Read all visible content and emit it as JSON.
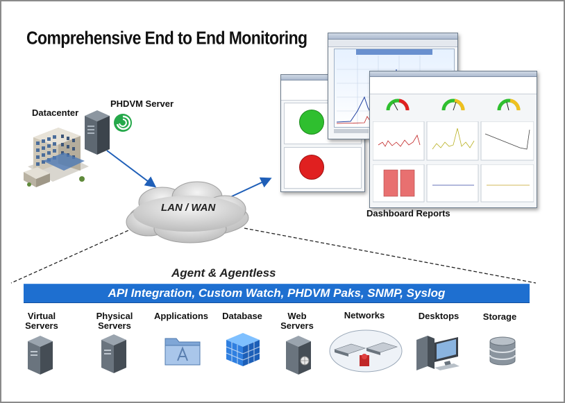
{
  "title": "Comprehensive End to End Monitoring",
  "top": {
    "datacenter_label": "Datacenter",
    "server_label": "PHDVM Server",
    "network_label": "LAN / WAN",
    "dashboard_label": "Dashboard Reports"
  },
  "agent_label": "Agent & Agentless",
  "integration_band": "API Integration, Custom Watch, PHDVM Paks, SNMP, Syslog",
  "categories": [
    {
      "line1": "Virtual",
      "line2": "Servers",
      "icon": "server-tower-icon"
    },
    {
      "line1": "Physical",
      "line2": "Servers",
      "icon": "server-tower-icon"
    },
    {
      "line1": "Applications",
      "line2": "",
      "icon": "applications-folder-icon"
    },
    {
      "line1": "Database",
      "line2": "",
      "icon": "database-cube-icon"
    },
    {
      "line1": "Web",
      "line2": "Servers",
      "icon": "web-server-icon"
    },
    {
      "line1": "Networks",
      "line2": "",
      "icon": "network-switch-icon"
    },
    {
      "line1": "Desktops",
      "line2": "",
      "icon": "desktop-computer-icon"
    },
    {
      "line1": "Storage",
      "line2": "",
      "icon": "storage-disk-icon"
    }
  ],
  "colors": {
    "band": "#1e6fd0",
    "arrow": "#1f5fb8",
    "status_ok": "#2fbf2f",
    "status_critical": "#e02020",
    "bar_chart": "#e87070"
  }
}
